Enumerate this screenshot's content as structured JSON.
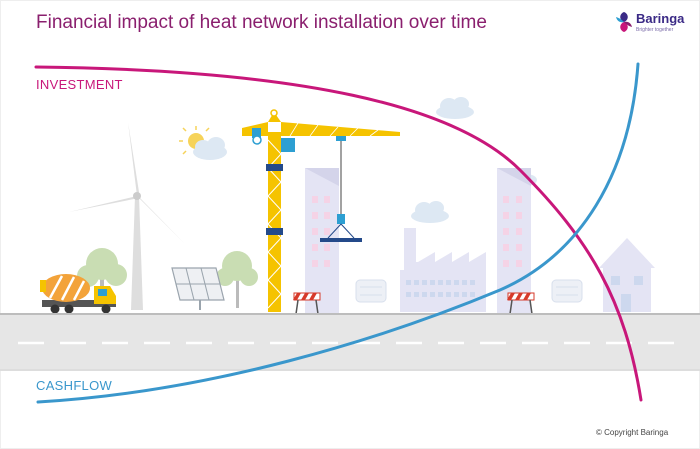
{
  "title": "Financial impact of heat network installation over time",
  "logo": {
    "name": "Baringa",
    "tagline": "Brighter together"
  },
  "labels": {
    "investment": "INVESTMENT",
    "cashflow": "CASHFLOW"
  },
  "copyright": "© Copyright Baringa",
  "colors": {
    "title": "#8a1f6e",
    "investment": "#c8177a",
    "cashflow": "#3a97cc",
    "crane": "#f5c300",
    "road": "#e6e6e6",
    "building": "#e4e4f4",
    "tree": "#c9ddb3",
    "cloud": "#dde8f3"
  },
  "icons": [
    "wind-turbine-icon",
    "cement-truck-icon",
    "solar-panel-icon",
    "tree-icon",
    "crane-icon",
    "cloud-icon",
    "sun-icon",
    "factory-icon",
    "road-barrier-icon",
    "house-icon",
    "tower-building-icon"
  ]
}
